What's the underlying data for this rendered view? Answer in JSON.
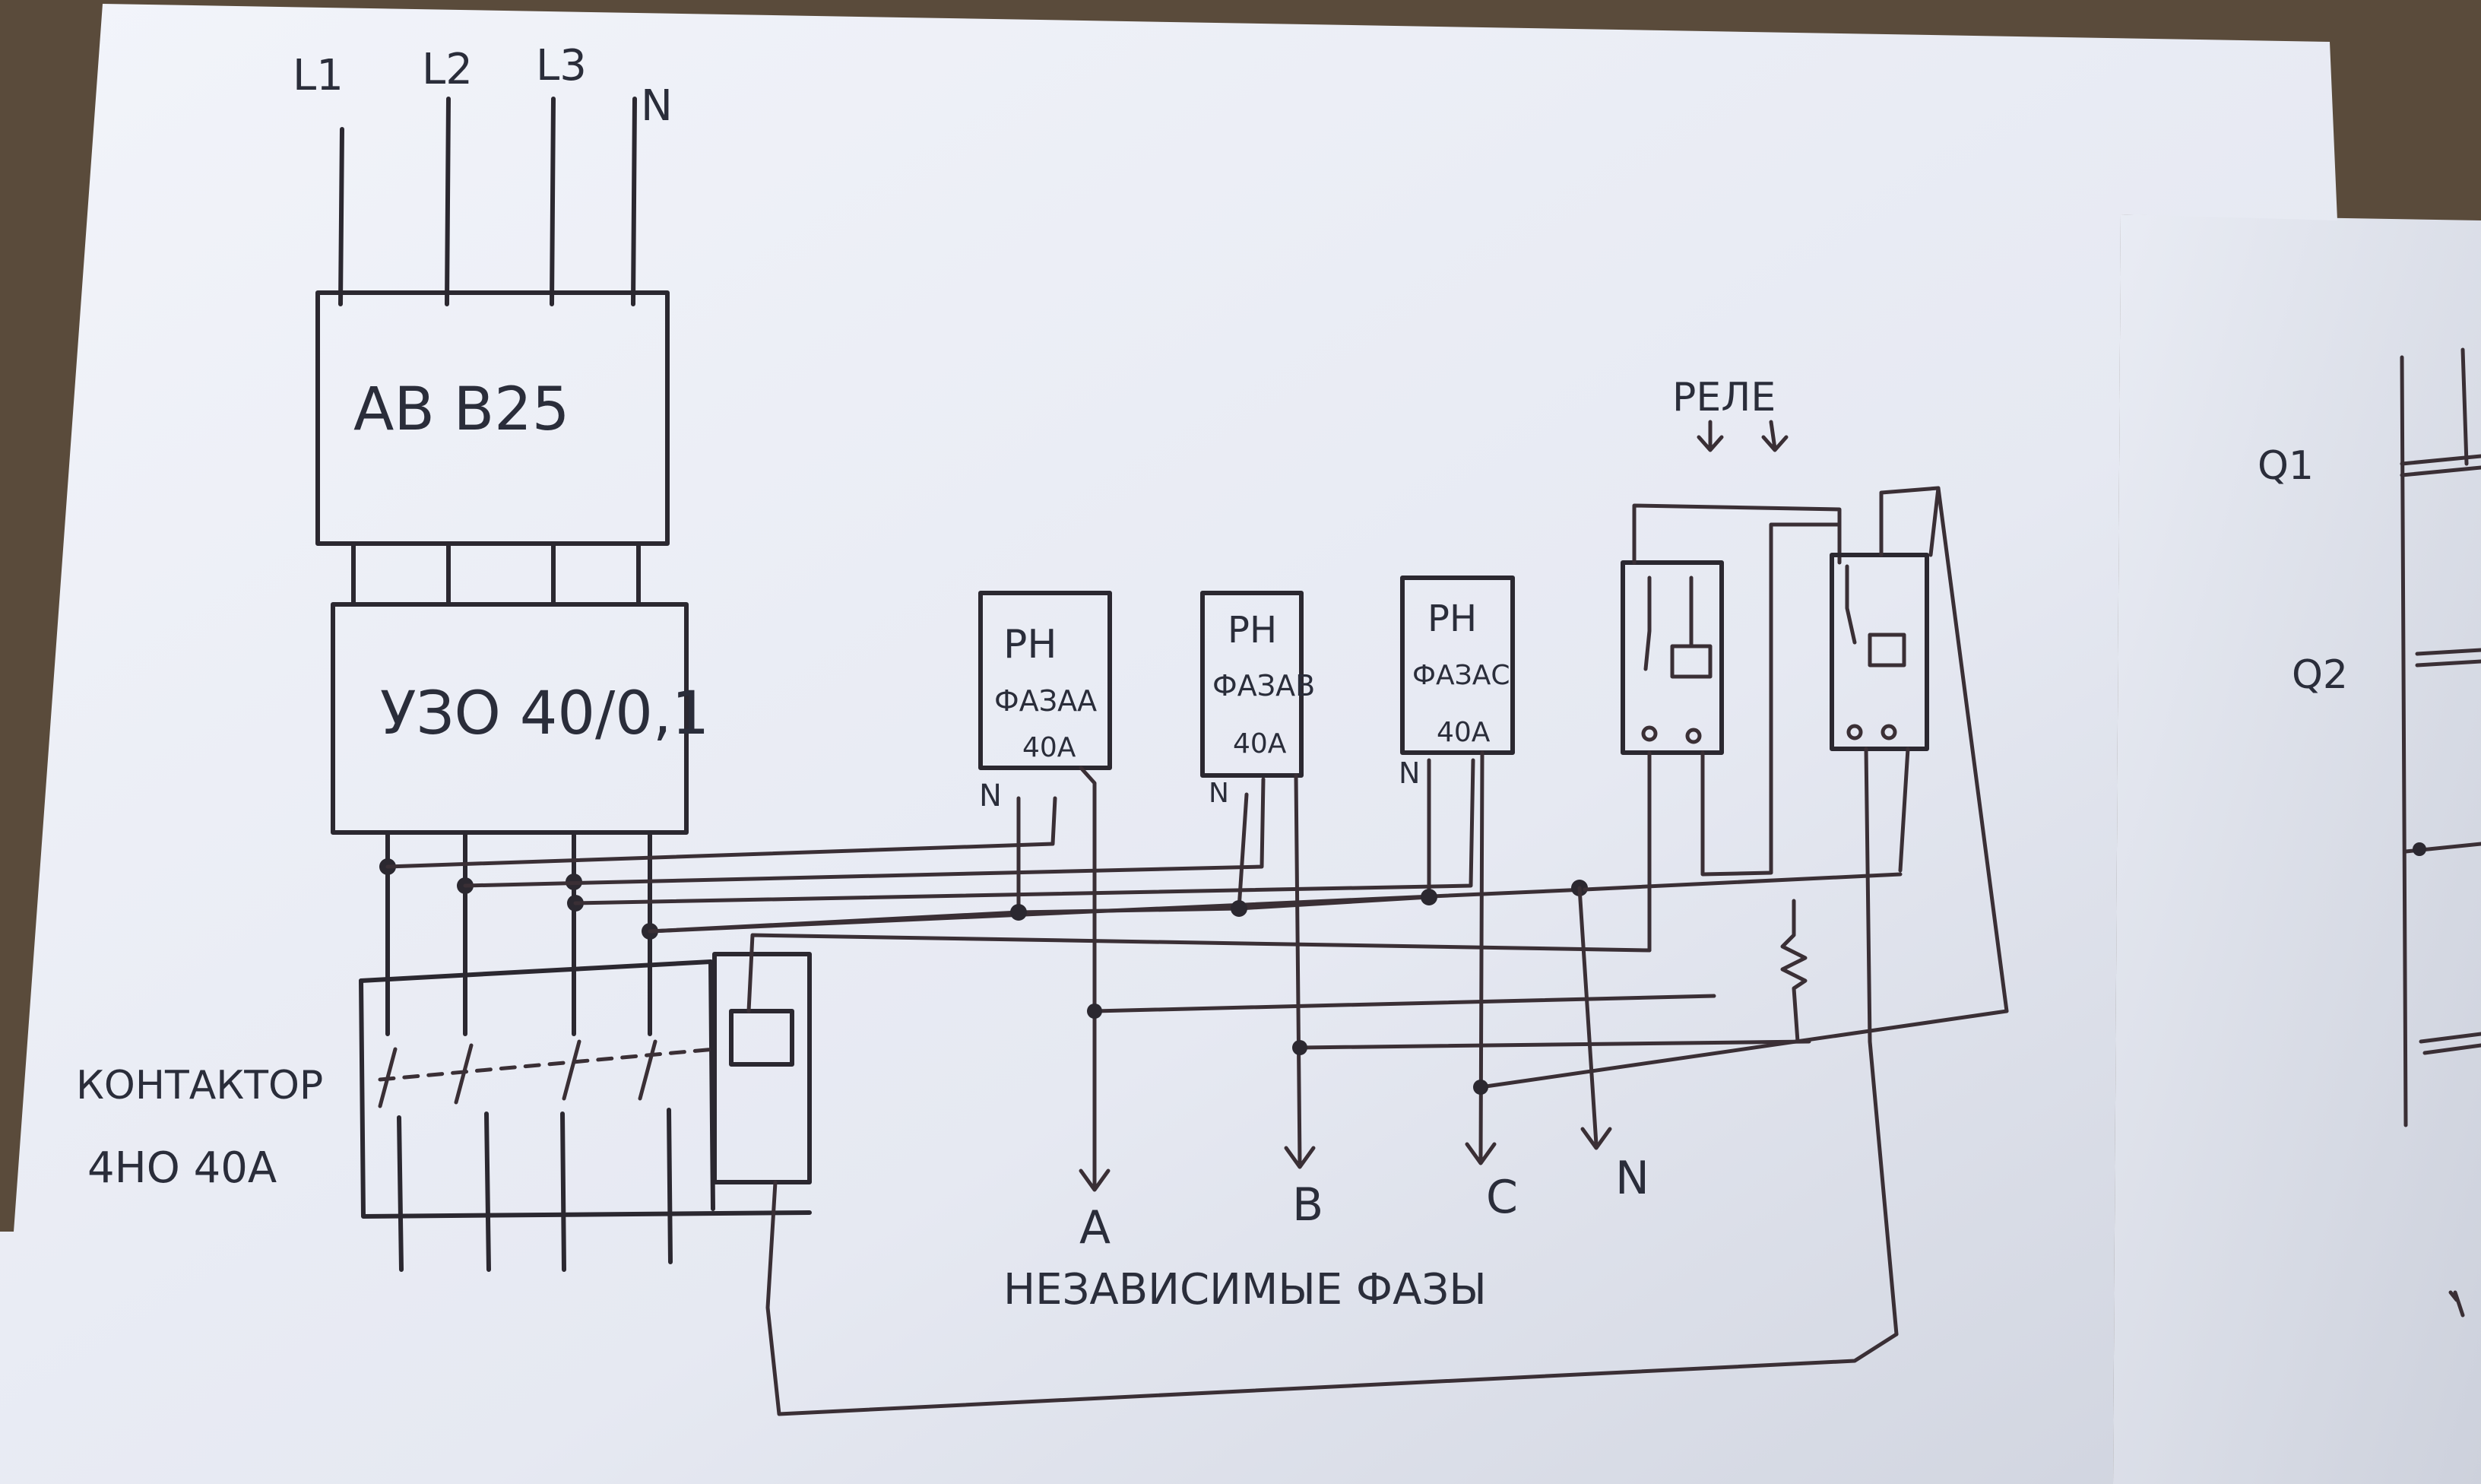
{
  "labels": {
    "l1": "L1",
    "l2": "L2",
    "l3": "L3",
    "n_top": "N",
    "breaker": "AB B25",
    "rcd": "УЗО 40/0,1",
    "contactor_line1": "КОНТАКТОР",
    "contactor_line2": "4НО 40А",
    "relay_title": "РЕЛЕ",
    "rn_a_title": "РН",
    "rn_a_phase": "ФАЗАА",
    "rn_a_current": "40А",
    "rn_b_title": "РН",
    "rn_b_phase": "ФАЗАВ",
    "rn_b_current": "40А",
    "rn_c_title": "РН",
    "rn_c_phase": "ФАЗАС",
    "rn_c_current": "40А",
    "n_a": "N",
    "n_b": "N",
    "n_c": "N",
    "out_a": "А",
    "out_b": "В",
    "out_c": "С",
    "out_n": "N",
    "caption": "НЕЗАВИСИМЫЕ ФАЗЫ",
    "q1": "Q1",
    "q2": "Q2"
  },
  "colors": {
    "paper": "#eef0f6",
    "paper_shadow": "#d9dde8",
    "ink": "#2b2830",
    "table": "#5a4b3b"
  }
}
